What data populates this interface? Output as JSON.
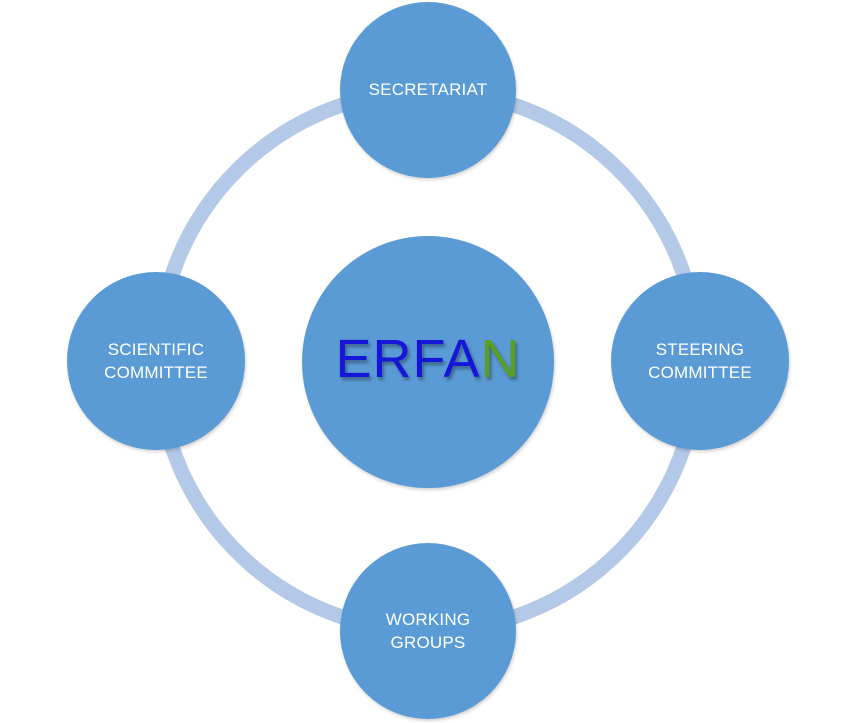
{
  "center": {
    "title_letters": [
      {
        "char": "E",
        "color": "#1616d8"
      },
      {
        "char": "R",
        "color": "#1616d8"
      },
      {
        "char": "F",
        "color": "#1616d8"
      },
      {
        "char": "A",
        "color": "#1616d8"
      },
      {
        "char": "N",
        "color": "#5a9e23"
      }
    ]
  },
  "nodes": {
    "top": {
      "lines": [
        "SECRETARIAT"
      ]
    },
    "right": {
      "lines": [
        "STEERING",
        "COMMITTEE"
      ]
    },
    "bottom": {
      "lines": [
        "WORKING",
        "GROUPS"
      ]
    },
    "left": {
      "lines": [
        "SCIENTIFIC",
        "COMMITTEE"
      ]
    }
  },
  "colors": {
    "node_fill": "#5b9bd5",
    "ring": "#b4c9e7",
    "node_text": "#ffffff"
  }
}
